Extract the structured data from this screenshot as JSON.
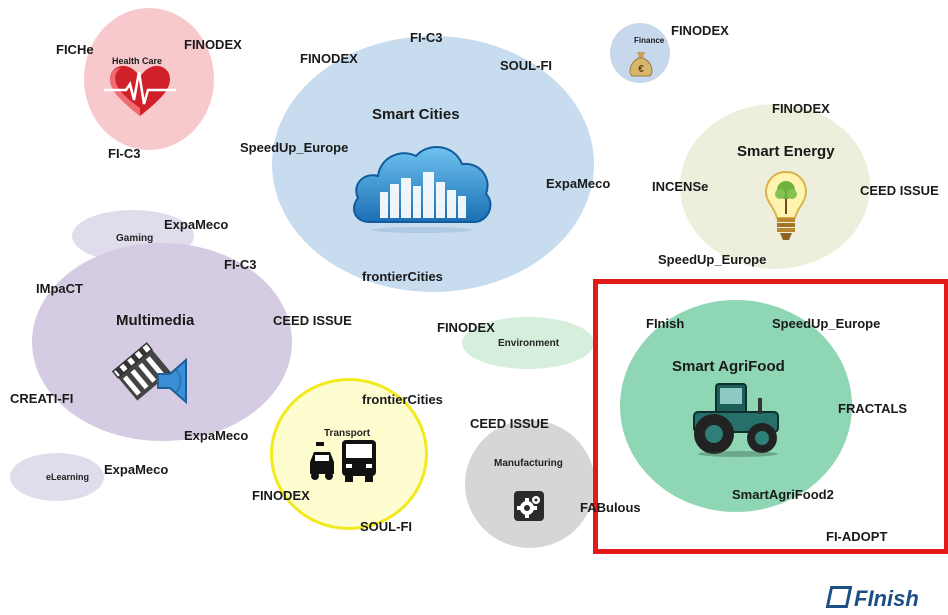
{
  "clusters": {
    "health_care": {
      "name": "Health Care",
      "projects": [
        "FICHe",
        "FINODEX",
        "FI-C3"
      ]
    },
    "smart_cities": {
      "name": "Smart Cities",
      "projects": [
        "FI-C3",
        "FINODEX",
        "SOUL-FI",
        "SpeedUp_Europe",
        "ExpaMeco",
        "frontierCities"
      ]
    },
    "finance": {
      "name": "Finance",
      "projects": [
        "FINODEX"
      ]
    },
    "smart_energy": {
      "name": "Smart Energy",
      "projects": [
        "FINODEX",
        "INCENSe",
        "CEED ISSUE",
        "SpeedUp_Europe"
      ]
    },
    "gaming": {
      "name": "Gaming",
      "projects": [
        "ExpaMeco"
      ]
    },
    "multimedia": {
      "name": "Multimedia",
      "projects": [
        "FI-C3",
        "IMpaCT",
        "CEED ISSUE",
        "CREATI-FI",
        "ExpaMeco"
      ]
    },
    "environment": {
      "name": "Environment",
      "projects": [
        "FINODEX"
      ]
    },
    "smart_agrifood": {
      "name": "Smart AgriFood",
      "projects": [
        "FInish",
        "SpeedUp_Europe",
        "FRACTALS",
        "SmartAgriFood2"
      ]
    },
    "transport": {
      "name": "Transport",
      "projects": [
        "frontierCities",
        "FINODEX",
        "SOUL-FI"
      ]
    },
    "manufacturing": {
      "name": "Manufacturing",
      "projects": [
        "CEED ISSUE",
        "FABulous"
      ]
    },
    "elearning": {
      "name": "eLearning",
      "projects": [
        "ExpaMeco"
      ]
    }
  },
  "standalone": {
    "fi_adopt": "FI-ADOPT"
  },
  "logo": {
    "text": "FInish"
  },
  "colors": {
    "health_care": "#f8c9cc",
    "smart_cities": "#c7dcef",
    "finance": "#c7d7ec",
    "smart_energy": "#eeeedd",
    "gaming": "#e1dcec",
    "multimedia": "#d5cce3",
    "environment": "#d6eedc",
    "smart_agrifood": "#8fd6b4",
    "transport": "#fefdd0",
    "manufacturing": "#d6d6d6",
    "elearning": "#e1dcec",
    "highlight": "#e21a1a",
    "logo": "#1b4f86"
  }
}
